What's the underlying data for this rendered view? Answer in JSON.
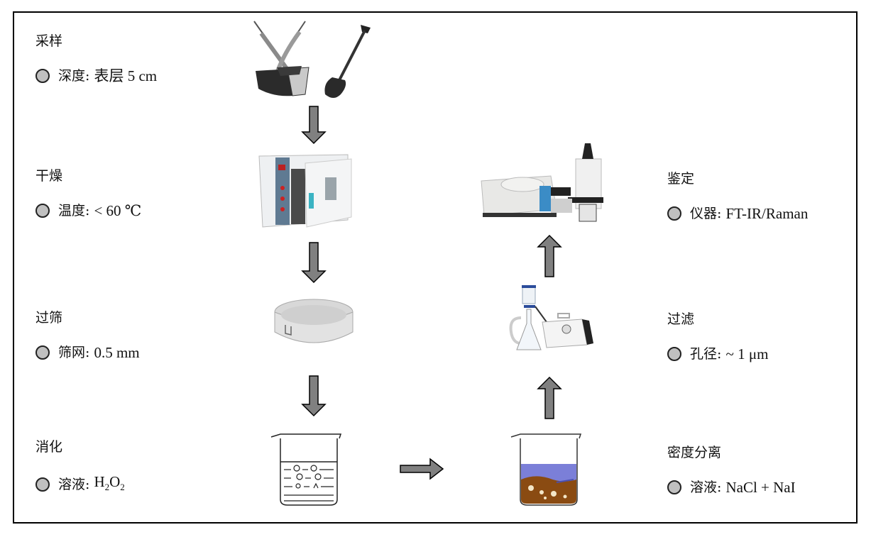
{
  "diagram": {
    "title": "",
    "steps": [
      {
        "id": "sampling",
        "title": "采样",
        "param_label": "深度:",
        "param_value": "表层 5 cm",
        "illustration": "soil-sampler-and-shovel"
      },
      {
        "id": "drying",
        "title": "干燥",
        "param_label": "温度:",
        "param_value": "< 60 ℃",
        "illustration": "drying-oven"
      },
      {
        "id": "sieving",
        "title": "过筛",
        "param_label": "筛网:",
        "param_value": "0.5 mm",
        "illustration": "sieve"
      },
      {
        "id": "digestion",
        "title": "消化",
        "param_label": "溶液:",
        "param_value_parts": [
          "H",
          "2",
          "O",
          "2"
        ],
        "illustration": "beaker-with-bubbles"
      },
      {
        "id": "density",
        "title": "密度分离",
        "param_label": "溶液:",
        "param_value": "NaCl + NaI",
        "illustration": "beaker-with-sediment"
      },
      {
        "id": "filtration",
        "title": "过滤",
        "param_label": "孔径:",
        "param_value": "~ 1 μm",
        "illustration": "vacuum-filtration-apparatus"
      },
      {
        "id": "identification",
        "title": "鉴定",
        "param_label": "仪器:",
        "param_value": "FT-IR/Raman",
        "illustration": "ftir-raman-microscope"
      }
    ],
    "flow": [
      "sampling",
      "drying",
      "sieving",
      "digestion",
      "density",
      "filtration",
      "identification"
    ],
    "colors": {
      "arrow_fill": "#808080",
      "arrow_stroke": "#000000",
      "bullet_fill": "#c0c0c0",
      "liquid": "#7b7fd8",
      "sediment": "#8a4b12",
      "frame": "#000000"
    }
  }
}
